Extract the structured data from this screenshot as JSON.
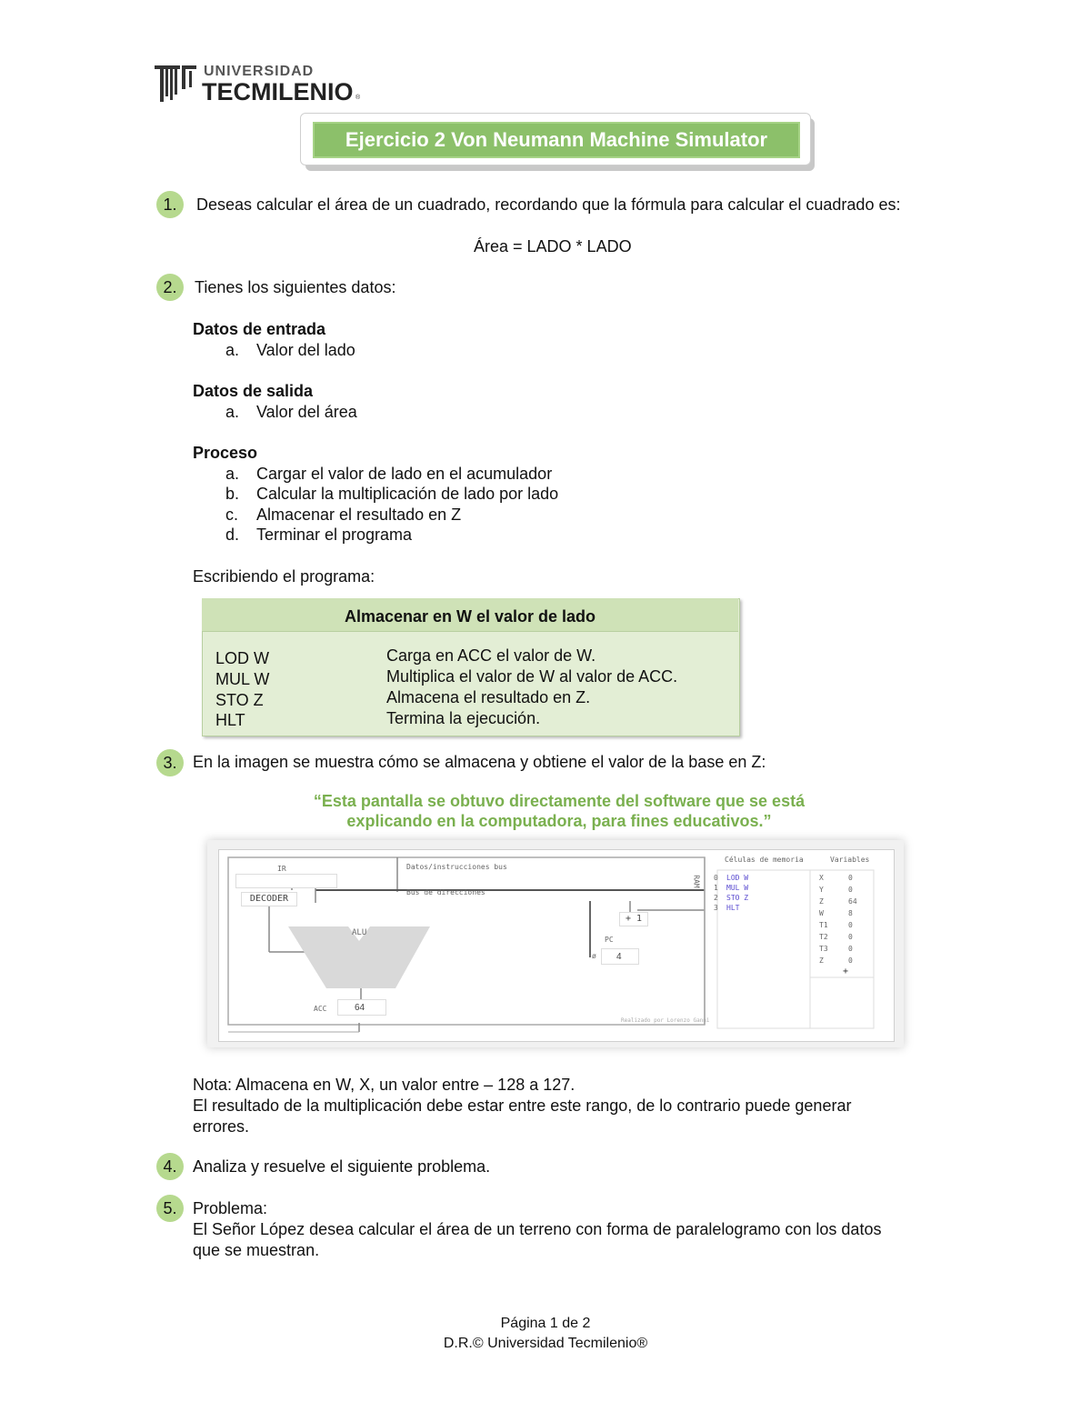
{
  "logo": {
    "line1": "UNIVERSIDAD",
    "line2": "TECMILENIO",
    "mark": "®"
  },
  "title": "Ejercicio 2 Von Neumann Machine Simulator",
  "steps": {
    "s1": {
      "num": "1.",
      "text": "Deseas calcular el área de un cuadrado, recordando que la fórmula para calcular el cuadrado es:"
    },
    "formula": "Área  = LADO * LADO",
    "s2": {
      "num": "2.",
      "text": "Tienes los siguientes datos:"
    },
    "s3": {
      "num": "3.",
      "text": "En la imagen se muestra cómo se almacena y obtiene el valor de la base en Z:"
    },
    "s4": {
      "num": "4.",
      "text": "Analiza y resuelve el siguiente problema."
    },
    "s5": {
      "num": "5.",
      "text": "Problema:"
    }
  },
  "entrada": {
    "heading": "Datos de entrada",
    "items": [
      {
        "mark": "a.",
        "text": "Valor del lado"
      }
    ]
  },
  "salida": {
    "heading": "Datos de salida",
    "items": [
      {
        "mark": "a.",
        "text": "Valor del área"
      }
    ]
  },
  "proceso": {
    "heading": "Proceso",
    "items": [
      {
        "mark": "a.",
        "text": "Cargar el valor de lado en el acumulador"
      },
      {
        "mark": "b.",
        "text": "Calcular la multiplicación de lado por lado"
      },
      {
        "mark": "c.",
        "text": "Almacenar el resultado en Z"
      },
      {
        "mark": "d.",
        "text": "Terminar el programa"
      }
    ]
  },
  "escribiendo": "Escribiendo el programa:",
  "code_table": {
    "title": "Almacenar en W el valor de lado",
    "rows": [
      {
        "code": "LOD W",
        "desc": "Carga en ACC el valor de W."
      },
      {
        "code": "MUL W",
        "desc": "Multiplica el valor de  W al valor de ACC."
      },
      {
        "code": "STO Z",
        "desc": "Almacena el resultado en Z."
      },
      {
        "code": "HLT",
        "desc": "Termina la ejecución."
      }
    ]
  },
  "quote": {
    "line1": "“Esta pantalla se obtuvo directamente del software que se está",
    "line2": "explicando en la computadora, para fines educativos.”",
    "color": "#7ab04f"
  },
  "simulator": {
    "ir": "IR",
    "decoder": "DECODER",
    "alu": "ALU",
    "acc_label": "ACC",
    "acc_value": "64",
    "bus_data": "Datos/instrucciones bus",
    "bus_addr": "Bus de direcciones",
    "ram": "RAM",
    "inc": "+ 1",
    "pc_label": "PC",
    "pc_prefix": "ø",
    "pc_value": "4",
    "mem_header": "Células de memoria",
    "var_header": "Variables",
    "memory": [
      {
        "addr": "0",
        "val": "LOD W"
      },
      {
        "addr": "1",
        "val": "MUL W"
      },
      {
        "addr": "2",
        "val": "STO Z"
      },
      {
        "addr": "3",
        "val": "HLT"
      }
    ],
    "variables": [
      {
        "name": "X",
        "val": "0"
      },
      {
        "name": "Y",
        "val": "0"
      },
      {
        "name": "Z",
        "val": "64"
      },
      {
        "name": "W",
        "val": "8"
      },
      {
        "name": "T1",
        "val": "0"
      },
      {
        "name": "T2",
        "val": "0"
      },
      {
        "name": "T3",
        "val": "0"
      },
      {
        "name": "Z",
        "val": "0"
      }
    ],
    "plus": "+",
    "credit": "Realizado por Lorenzo Ganni"
  },
  "nota": {
    "line1": "Nota: Almacena en W, X,  un valor entre – 128 a 127.",
    "line2": "El resultado de la multiplicación debe estar entre este rango, de lo contrario puede generar",
    "line3": "errores."
  },
  "problema": {
    "line1": "El Señor López desea calcular el área de un terreno con forma de paralelogramo con los datos",
    "line2": "que se muestran."
  },
  "footer": {
    "page": "Página 1 de 2",
    "copyright": "D.R.© Universidad Tecmilenio®"
  }
}
